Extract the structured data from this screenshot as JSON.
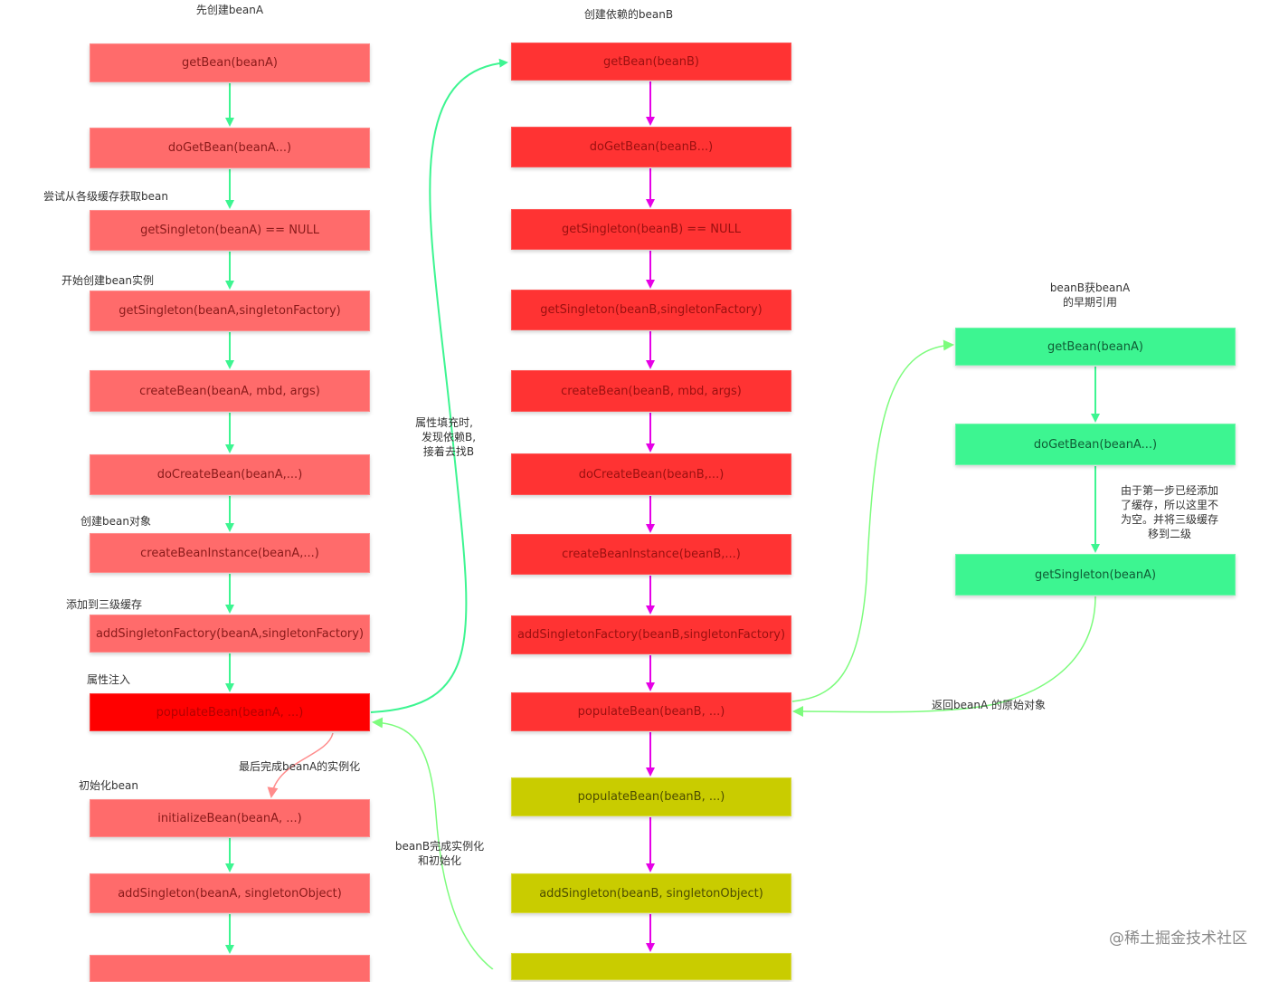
{
  "headers": {
    "col_a": "先创建beanA",
    "col_b": "创建依赖的beanB",
    "col_c_line1": "beanB获beanA",
    "col_c_line2": "的早期引用"
  },
  "col_a_nodes": [
    "getBean(beanA)",
    "doGetBean(beanA...)",
    "getSingleton(beanA) == NULL",
    "getSingleton(beanA,singletonFactory)",
    "createBean(beanA, mbd, args)",
    "doCreateBean(beanA,...)",
    "createBeanInstance(beanA,...)",
    "addSingletonFactory(beanA,singletonFactory)",
    "populateBean(beanA, ...)",
    "initializeBean(beanA, ...)",
    "addSingleton(beanA, singletonObject)"
  ],
  "col_b_nodes": [
    "getBean(beanB)",
    "doGetBean(beanB...)",
    "getSingleton(beanB) == NULL",
    "getSingleton(beanB,singletonFactory)",
    "createBean(beanB, mbd, args)",
    "doCreateBean(beanB,...)",
    "createBeanInstance(beanB,...)",
    "addSingletonFactory(beanB,singletonFactory)",
    "populateBean(beanB, ...)",
    "populateBean(beanB, ...)",
    "addSingleton(beanB, singletonObject)"
  ],
  "col_c_nodes": [
    "getBean(beanA)",
    "doGetBean(beanA...)",
    "getSingleton(beanA)"
  ],
  "labels": {
    "try_cache": "尝试从各级缓存获取bean",
    "start_create": "开始创建bean实例",
    "create_object": "创建bean对象",
    "add_third_cache": "添加到三级缓存",
    "inject_props": "属性注入",
    "init_bean": "初始化bean",
    "finish_beanA": "最后完成beanA的实例化",
    "found_dep_1": "属性填充时,",
    "found_dep_2": "发现依赖B,",
    "found_dep_3": "接着去找B",
    "beanB_done_1": "beanB完成实例化",
    "beanB_done_2": "和初始化",
    "cache_note_1": "由于第一步已经添加",
    "cache_note_2": "了缓存，所以这里不",
    "cache_note_3": "为空。并将三级缓存",
    "cache_note_4": "移到二级",
    "return_raw": "返回beanA 的原始对象"
  },
  "watermark": "@稀土掘金技术社区",
  "colors": {
    "col_a": "#ff6b6b",
    "col_a_highlight": "#ff0000",
    "col_b": "#ff3333",
    "col_b_done": "#c9cc00",
    "col_c": "#3df591",
    "arrow_a": "#3df591",
    "arrow_b": "#e600e6",
    "arrow_cross": "#7dfc7d",
    "arrow_finish": "#ff8c8c"
  }
}
